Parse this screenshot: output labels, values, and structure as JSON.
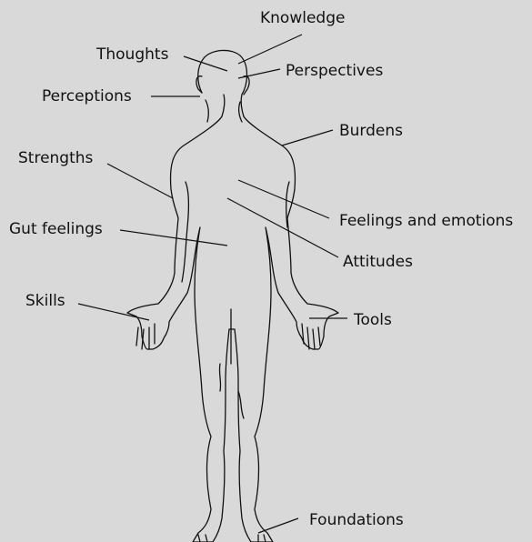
{
  "labels": {
    "knowledge": "Knowledge",
    "thoughts": "Thoughts",
    "perspectives": "Perspectives",
    "perceptions": "Perceptions",
    "burdens": "Burdens",
    "strengths": "Strengths",
    "feelings": "Feelings and emotions",
    "gut_feelings": "Gut feelings",
    "attitudes": "Attitudes",
    "skills": "Skills",
    "tools": "Tools",
    "foundations": "Foundations"
  },
  "colors": {
    "background": "#d9d9d9",
    "ink": "#111111"
  }
}
